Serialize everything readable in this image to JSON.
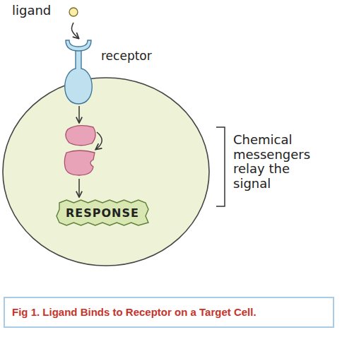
{
  "diagram": {
    "caption": "Fig 1. Ligand Binds to Receptor on a Target Cell.",
    "nodes": [
      {
        "text": [
          "ligand"
        ]
      },
      {
        "text": [
          "receptor"
        ]
      },
      {
        "text": [
          "RESPONSE"
        ]
      }
    ],
    "edges": [
      {
        "from": 0,
        "to": 1,
        "arrow": "to"
      }
    ],
    "labels": [
      "Chemical messengers relay the signal"
    ]
  }
}
